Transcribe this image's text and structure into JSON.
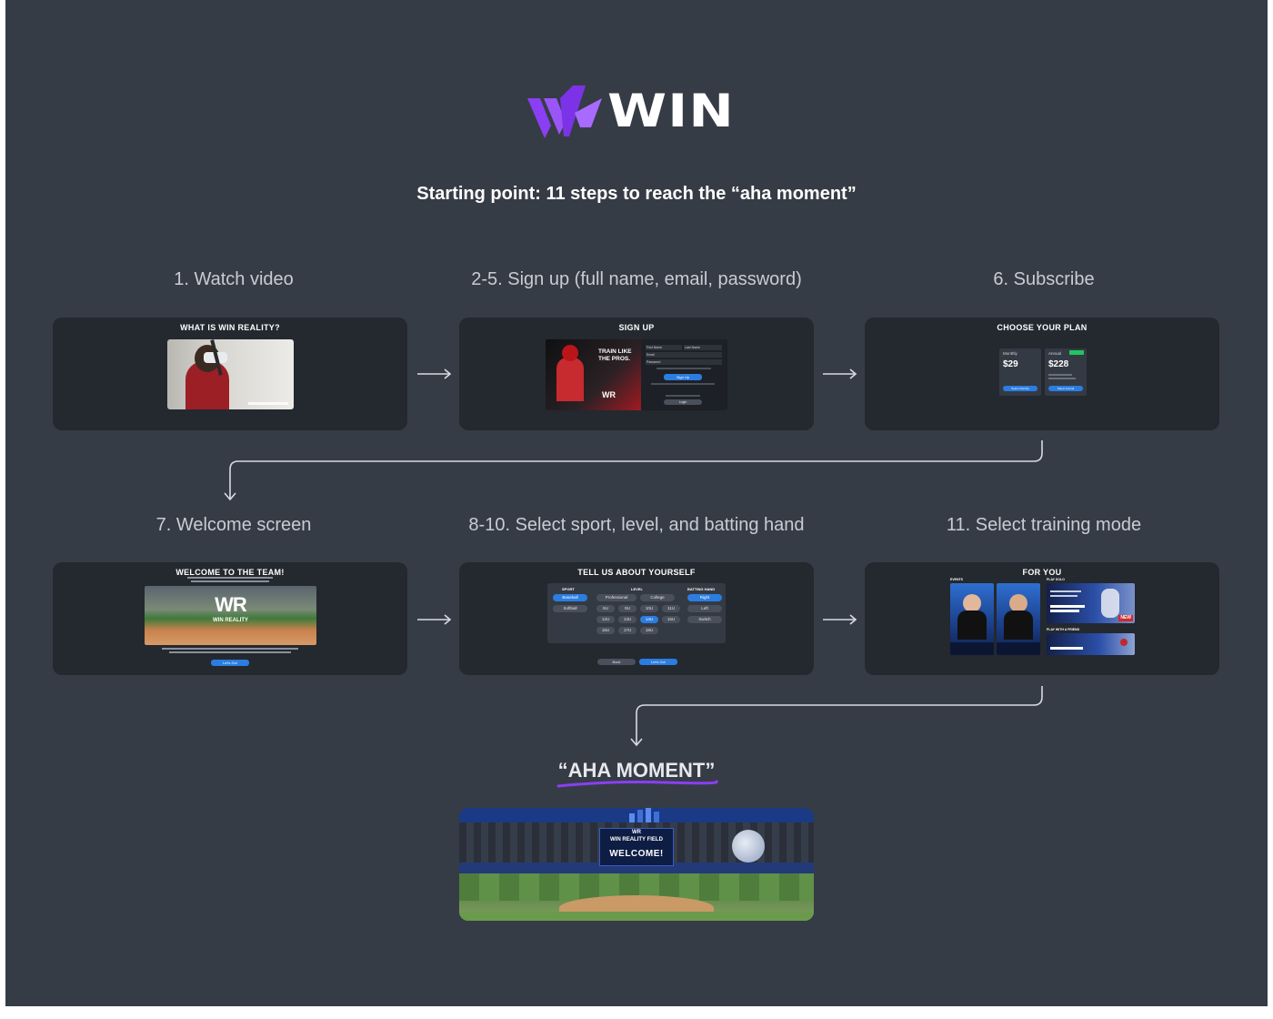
{
  "brand": {
    "name": "WIN",
    "accent": "#8a3ff2"
  },
  "subtitle": "Starting point: 11 steps to reach the “aha moment”",
  "steps": [
    {
      "label": "1. Watch video",
      "screen_title": "WHAT IS WIN REALITY?"
    },
    {
      "label": "2-5. Sign up (full name, email, password)",
      "screen_title": "SIGN UP",
      "hero_text": "TRAIN LIKE THE PROS.",
      "logo": "WR",
      "fields": [
        "First Name",
        "Last Name",
        "Email",
        "Password"
      ],
      "signup_button": "Sign Up",
      "login_button": "Login"
    },
    {
      "label": "6. Subscribe",
      "screen_title": "CHOOSE YOUR PLAN",
      "plans": [
        {
          "name": "Monthly",
          "price": "$29",
          "button": "Select Monthly"
        },
        {
          "name": "Annual",
          "price": "$228",
          "button": "Select Annual"
        }
      ]
    },
    {
      "label": "7. Welcome screen",
      "screen_title": "WELCOME TO THE TEAM!",
      "banner_logo": "WR",
      "banner_text": "WIN REALITY",
      "button": "Let's Go!"
    },
    {
      "label": "8-10. Select sport, level, and batting hand",
      "screen_title": "TELL US ABOUT YOURSELF",
      "columns": [
        "SPORT",
        "LEVEL",
        "BATTING HAND"
      ],
      "sports": [
        "Baseball",
        "Softball"
      ],
      "levels": [
        "Professional",
        "College",
        "8U",
        "9U",
        "10U",
        "11U",
        "12U",
        "13U",
        "14U",
        "15U",
        "16U",
        "17U",
        "18U"
      ],
      "hands": [
        "Right",
        "Left",
        "Switch"
      ],
      "back": "Back",
      "next": "Let's Go!"
    },
    {
      "label": "11. Select training mode",
      "screen_title": "FOR YOU",
      "sections": [
        "EVENTS",
        "PLAY SOLO",
        "PLAY WITH A FRIEND"
      ],
      "badge": "NEW"
    }
  ],
  "aha": {
    "label": "“AHA MOMENT”",
    "stadium_title": "WIN REALITY FIELD",
    "stadium_welcome": "WELCOME!",
    "stadium_logo": "WR"
  }
}
